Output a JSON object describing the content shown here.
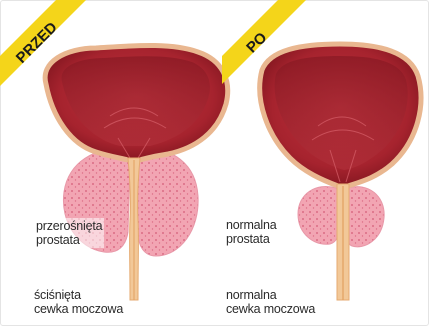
{
  "panels": [
    {
      "banner": "PRZED",
      "prostate_label": [
        "przerośnięta",
        "prostata"
      ],
      "urethra_label": [
        "ściśnięta",
        "cewka moczowa"
      ]
    },
    {
      "banner": "PO",
      "prostate_label": [
        "normalna",
        "prostata"
      ],
      "urethra_label": [
        "normalna",
        "cewka moczowa"
      ]
    }
  ],
  "colors": {
    "banner": "#f4d51a",
    "bladder_dark": "#8e1a25",
    "bladder_mid": "#b8313b",
    "bladder_outline": "#e7b58e",
    "prostate_pink": "#f3a6b4",
    "prostate_dots": "#d8607a",
    "urethra_tan": "#f2c898"
  }
}
